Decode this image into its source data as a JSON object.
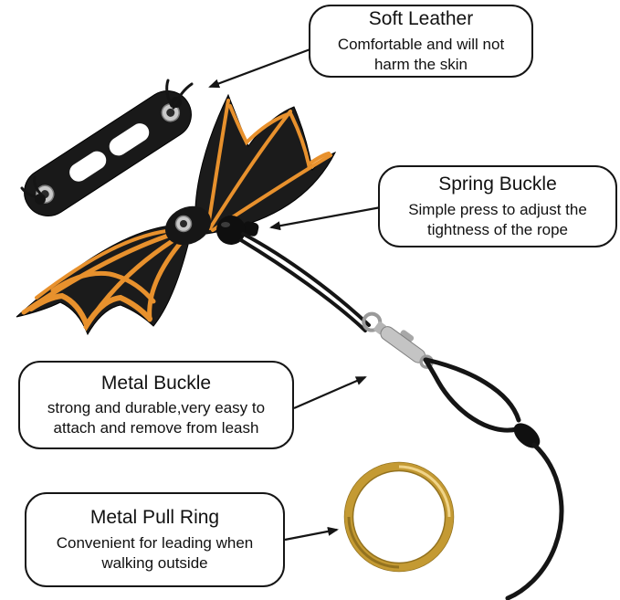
{
  "page": {
    "background": "#ffffff"
  },
  "product": {
    "name": "bat-wing pet harness with rope leash"
  },
  "colors": {
    "black": "#1b1b1b",
    "outline": "#151515",
    "orange": "#e8912d",
    "silver": "#c4c4c4",
    "silver_dark": "#9a9a9a",
    "gold": "#c49a33",
    "gold_light": "#f0d489",
    "gold_dark": "#93721f"
  },
  "callouts": [
    {
      "id": "soft-leather",
      "title": "Soft Leather",
      "description": "Comfortable and will not harm the skin"
    },
    {
      "id": "spring-buckle",
      "title": "Spring Buckle",
      "description": "Simple press to adjust the tightness of the rope"
    },
    {
      "id": "metal-buckle",
      "title": "Metal Buckle",
      "description": "strong and durable,very easy to attach and remove from leash"
    },
    {
      "id": "metal-pull-ring",
      "title": "Metal Pull Ring",
      "description": "Convenient for leading when walking outside"
    }
  ]
}
